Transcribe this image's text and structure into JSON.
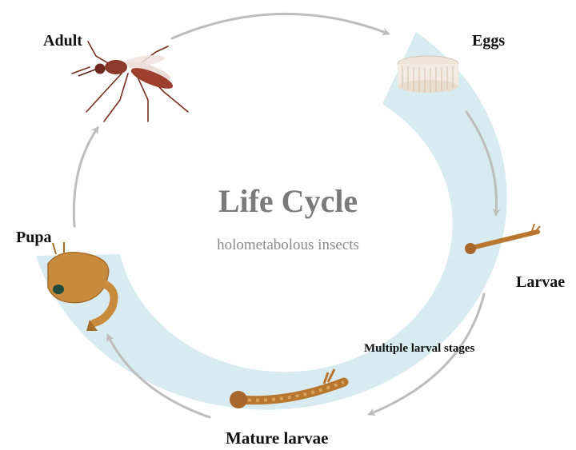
{
  "center": {
    "title": "Life Cycle",
    "subtitle": "holometabolous insects"
  },
  "stages": {
    "adult": "Adult",
    "eggs": "Eggs",
    "larvae": "Larvae",
    "multiple": "Multiple larval stages",
    "mature": "Mature larvae",
    "pupa": "Pupa"
  },
  "colors": {
    "band": "#d7ebf0",
    "arrow": "#bdbdbd",
    "insect_brown": "#b8762e",
    "insect_light": "#d9a25a",
    "mosquito_body": "#8b3a2b",
    "eye": "#1f4a3a"
  }
}
